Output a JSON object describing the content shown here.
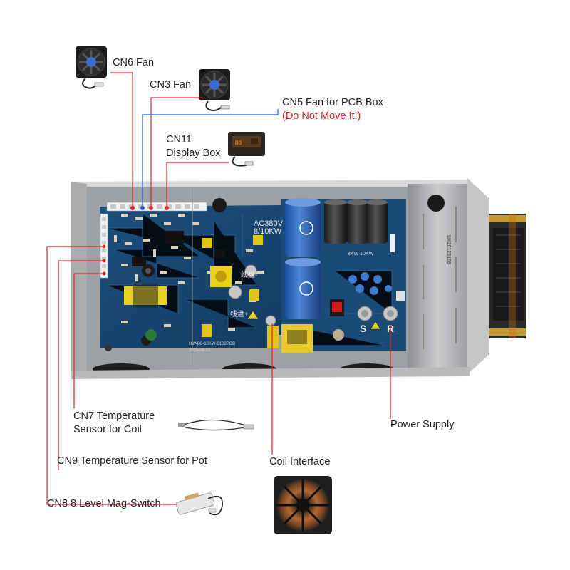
{
  "labels": {
    "cn6": "CN6 Fan",
    "cn3": "CN3 Fan",
    "cn5_line1": "CN5 Fan for PCB Box",
    "cn5_line2": "(Do Not Move It!)",
    "cn11_line1": "CN11",
    "cn11_line2": "Display Box",
    "cn7_line1": "CN7 Temperature",
    "cn7_line2": "Sensor for Coil",
    "cn9": "CN9 Temperature Sensor for Pot",
    "cn8": "CN8 8 Level Mag-Switch",
    "coil_interface": "Coil Interface",
    "power_supply": "Power Supply"
  },
  "board_print": {
    "voltage": "AC380V",
    "power": "8/10KW",
    "coil_cn_top": "线盘-",
    "coil_cn_bottom": "线盘+",
    "terminal_s": "S",
    "terminal_r": "R",
    "model": "HW-B8-10KW-0102PCB",
    "date": "2020-06-01",
    "cap_rating": "8KW 10KW",
    "side_serial": "UX20125158"
  },
  "colors": {
    "callout_red": "#e0262a",
    "callout_blue": "#1f5ad8",
    "pcb_blue": "#17436b",
    "warning_text": "#e02020"
  },
  "icons": [
    "cooling-fan-icon",
    "pcb-fan-icon",
    "display-box-icon",
    "temperature-probe-icon",
    "mag-switch-icon",
    "induction-coil-icon"
  ]
}
